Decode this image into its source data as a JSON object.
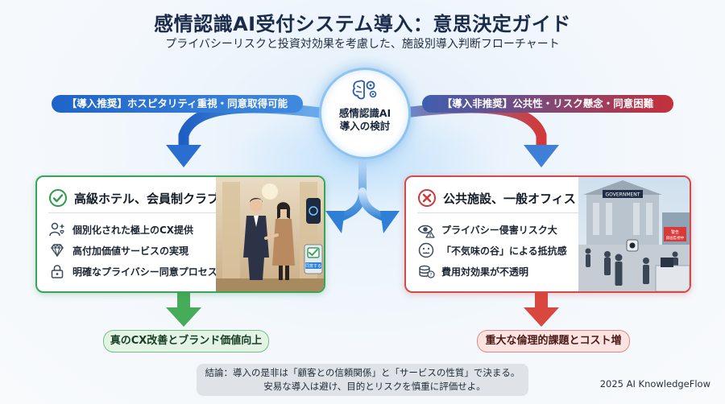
{
  "header": {
    "title": "感情認識AI受付システム導入：意思決定ガイド",
    "subtitle": "プライバシーリスクと投資対効果を考慮した、施設別導入判断フローチャート"
  },
  "hub": {
    "line1": "感情認識AI",
    "line2": "導入の検討",
    "icon": "brain-gear-icon"
  },
  "branches": {
    "left": {
      "banner": "【導入推奨】ホスピタリティ重視・同意取得可能",
      "title": "高級ホテル、会員制クラブ",
      "items": [
        {
          "label": "個別化された極上のCX提供",
          "icon": "personalization-icon"
        },
        {
          "label": "高付加価値サービスの実現",
          "icon": "diamond-icon"
        },
        {
          "label": "明確なプライバシー同意プロセス",
          "icon": "lock-icon"
        }
      ],
      "illustration_badge": "同意する",
      "result": "真のCX改善とブランド価値向上",
      "color": "#3aa35a"
    },
    "right": {
      "banner": "【導入非推奨】公共性・リスク懸念・同意困難",
      "title": "公共施設、一般オフィス",
      "items": [
        {
          "label": "プライバシー侵害リスク大",
          "icon": "eye-warning-icon"
        },
        {
          "label": "「不気味の谷」による抵抗感",
          "icon": "uneasy-face-icon"
        },
        {
          "label": "費用対効果が不透明",
          "icon": "coins-icon"
        }
      ],
      "illustration_sign": "GOVERNMENT",
      "illustration_notice": [
        "警告",
        "録画監視中"
      ],
      "result": "重大な倫理的課題とコスト増",
      "color": "#d24a4a"
    }
  },
  "conclusion": {
    "line1": "結論：導入の是非は「顧客との信頼関係」と「サービスの性質」で決まる。",
    "line2": "安易な導入は避け、目的とリスクを慎重に評価せよ。"
  },
  "credit": "2025 AI KnowledgeFlow"
}
